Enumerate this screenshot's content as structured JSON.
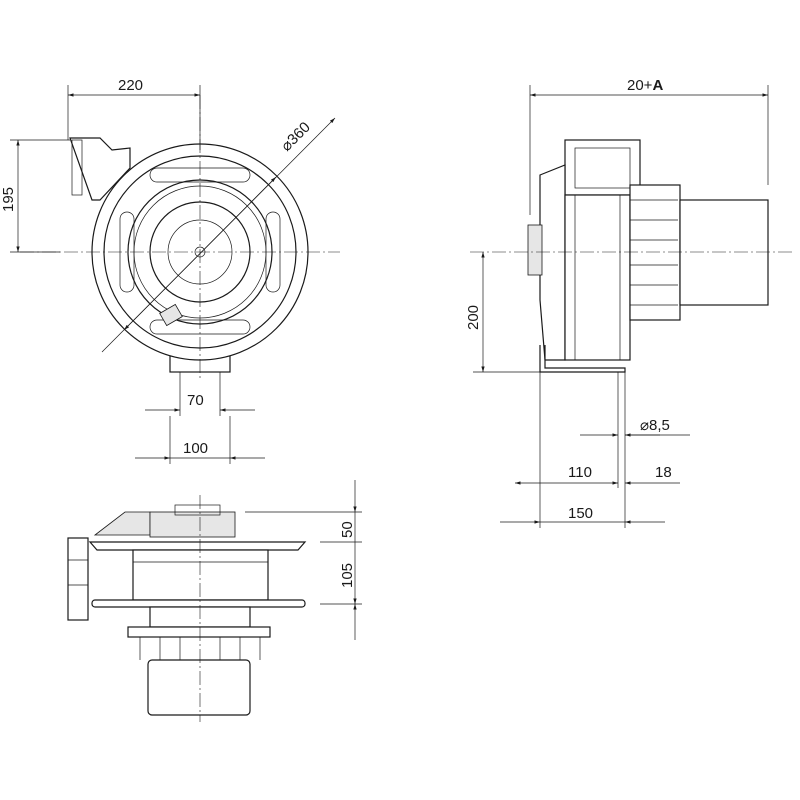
{
  "dimensions": {
    "top_view": {
      "width": "220",
      "height": "195",
      "diameter": "⌀360",
      "flange_inner": "70",
      "flange_outer": "100"
    },
    "side_view": {
      "depth": "20+",
      "depth_suffix": "A",
      "height": "200",
      "hole": "⌀8,5",
      "bracket": "110",
      "offset": "18",
      "total": "150"
    },
    "front_view": {
      "top": "50",
      "body": "105"
    }
  }
}
